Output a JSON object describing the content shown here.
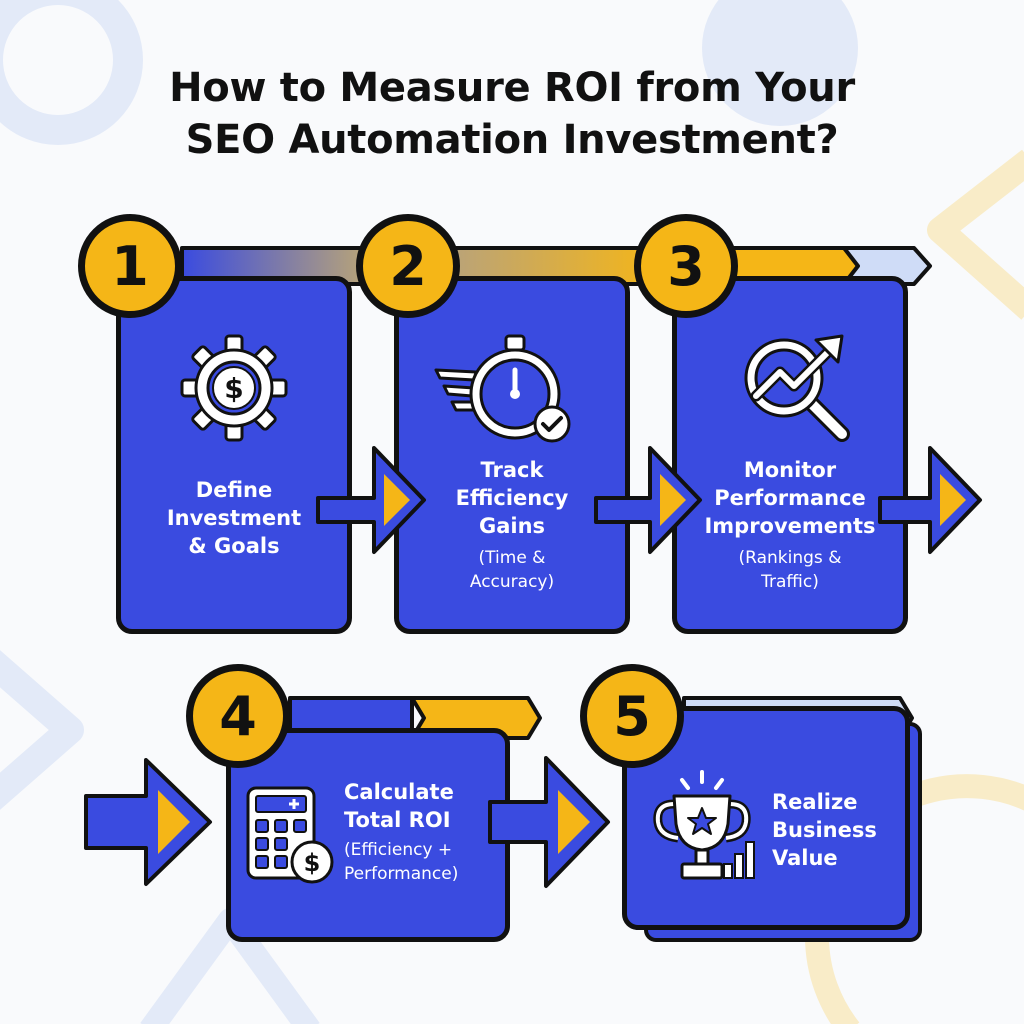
{
  "title": {
    "line1": "How to Measure ROI from Your",
    "line2": "SEO Automation Investment?"
  },
  "colors": {
    "background": "#f9fafc",
    "card_blue": "#3a4be0",
    "badge_yellow": "#f5b617",
    "outline": "#111111",
    "pale_blue": "#cfdcf7"
  },
  "steps": [
    {
      "number": "1",
      "heading": "Define Investment & Goals",
      "heading_lines": [
        "Define",
        "Investment",
        "& Goals"
      ],
      "detail_lines": [],
      "icon": "gear-dollar-icon"
    },
    {
      "number": "2",
      "heading": "Track Efficiency Gains",
      "heading_lines": [
        "Track",
        "Efficiency",
        "Gains"
      ],
      "detail_lines": [
        "(Time &",
        "Accuracy)"
      ],
      "icon": "stopwatch-check-icon"
    },
    {
      "number": "3",
      "heading": "Monitor Performance Improvements",
      "heading_lines": [
        "Monitor",
        "Performance",
        "Improvements"
      ],
      "detail_lines": [
        "(Rankings &",
        "Traffic)"
      ],
      "icon": "magnifier-trend-icon"
    },
    {
      "number": "4",
      "heading": "Calculate Total ROI",
      "heading_lines": [
        "Calculate",
        "Total ROI"
      ],
      "detail_lines": [
        "(Efficiency +",
        "Performance)"
      ],
      "icon": "calculator-dollar-icon"
    },
    {
      "number": "5",
      "heading": "Realize Business Value",
      "heading_lines": [
        "Realize",
        "Business",
        "Value"
      ],
      "detail_lines": [],
      "icon": "trophy-chart-icon"
    }
  ]
}
